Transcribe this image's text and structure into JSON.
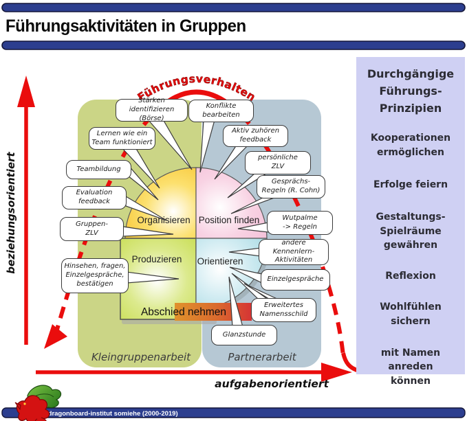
{
  "title": "Führungsaktivitäten in Gruppen",
  "axes": {
    "y_label": "beziehungsorientiert",
    "x_label": "aufgabenorientiert",
    "curve_label": "Führungsverhalten"
  },
  "quadrants": {
    "top_left": "Organisieren",
    "top_right": "Position finden",
    "bottom_left": "Produzieren",
    "bottom_right": "Orientieren",
    "bottom_band": "Abschied nehmen"
  },
  "zones": {
    "left": "Kleingruppenarbeit",
    "right": "Partnerarbeit"
  },
  "bubbles": [
    {
      "id": "staerken",
      "text": "Stärken\nidentifizieren (Börse)"
    },
    {
      "id": "konflikte",
      "text": "Konflikte\nbearbeiten"
    },
    {
      "id": "lernen",
      "text": "Lernen wie ein\nTeam funktioniert"
    },
    {
      "id": "aktiv",
      "text": "Aktiv zuhören\nfeedback"
    },
    {
      "id": "teambildung",
      "text": "Teambildung"
    },
    {
      "id": "persoenliche",
      "text": "persönliche\nZLV"
    },
    {
      "id": "evaluation",
      "text": "Evaluation\nfeedback"
    },
    {
      "id": "gespraechsregeln",
      "text": "Gesprächs-\nRegeln (R. Cohn)"
    },
    {
      "id": "gruppenzlv",
      "text": "Gruppen-\nZLV"
    },
    {
      "id": "wutpalme",
      "text": "Wutpalme\n-> Regeln"
    },
    {
      "id": "hinsehen",
      "text": "Hinsehen, fragen,\nEinzelgespräche,\nbestätigen"
    },
    {
      "id": "kennenlern",
      "text": "andere Kennenlern-\nAktivitäten"
    },
    {
      "id": "einzelgespraeche",
      "text": "Einzelgespräche"
    },
    {
      "id": "namensschild",
      "text": "Erweitertes\nNamensschild"
    },
    {
      "id": "glanzstunde",
      "text": "Glanzstunde"
    }
  ],
  "sidebar": {
    "title": "Durchgängige\nFührungs-\nPrinzipien",
    "items": [
      {
        "text": "Kooperationen\nermöglichen"
      },
      {
        "text": "Erfolge feiern"
      },
      {
        "text": "Gestaltungs-\nSpielräume\ngewähren"
      },
      {
        "text": "Reflexion"
      },
      {
        "text": "Wohlfühlen\nsichern"
      },
      {
        "text": "mit Namen\nanreden\nkönnen"
      }
    ]
  },
  "footer": {
    "copyright": "© dragonboard-institut somiehe (2000-2019)"
  },
  "colors": {
    "navy_bar": "#2c3e8f",
    "red_accent": "#ea0d0d",
    "left_panel": "#cbd586",
    "right_panel": "#b6c8d4",
    "sidebar_bg": "#cfd0f3",
    "quad_yellow": "#f6c12c",
    "quad_pink": "#f3bcd6",
    "quad_green": "#c8dd52",
    "quad_blue": "#aadbe4",
    "band_orange": "#e0922c",
    "band_red": "#d63434"
  }
}
